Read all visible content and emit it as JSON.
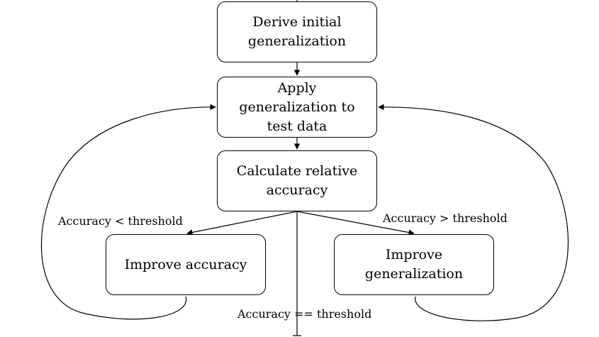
{
  "nodes": {
    "derive": "Derive initial\ngeneralization",
    "apply": "Apply\ngeneralization to\ntest data",
    "calculate": "Calculate relative\naccuracy",
    "improve_accuracy": "Improve accuracy",
    "improve_generalization": "Improve\ngeneralization"
  },
  "edges": {
    "less_than": "Accuracy < threshold",
    "greater_than": "Accuracy > threshold",
    "equal": "Accuracy == threshold"
  }
}
